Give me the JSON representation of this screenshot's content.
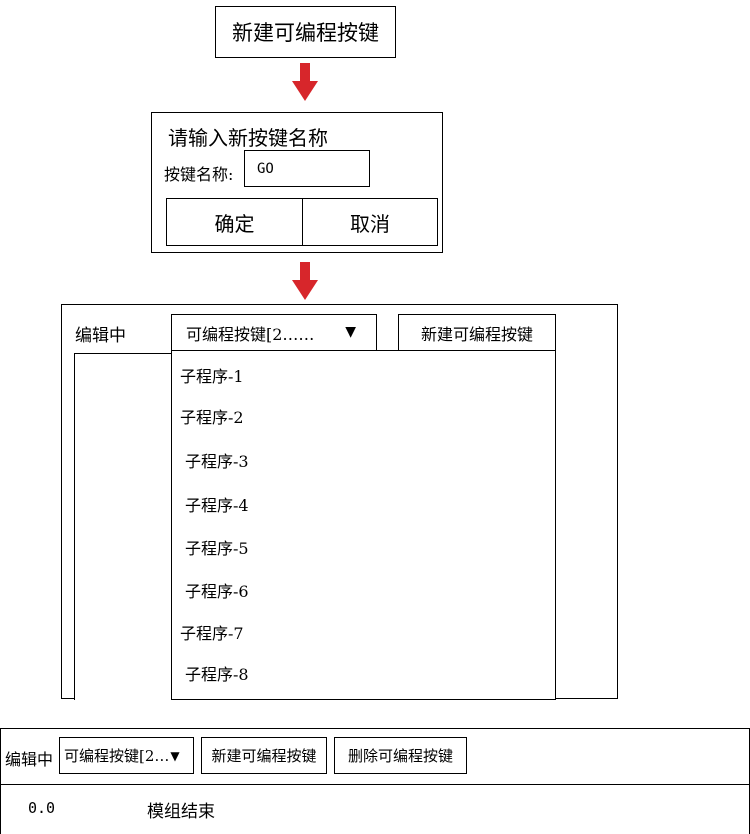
{
  "step1": {
    "new_button_label": "新建可编程按键"
  },
  "arrow_color": "#d7262b",
  "dialog": {
    "title": "请输入新按键名称",
    "name_label": "按键名称:",
    "name_value": "GO",
    "ok_label": "确定",
    "cancel_label": "取消"
  },
  "panel": {
    "status": "编辑中",
    "dropdown_value": "可编程按键[2……",
    "dropdown_caret": "▼",
    "new_button_label": "新建可编程按键",
    "list_items": [
      "子程序-1",
      "子程序-2",
      "子程序-3",
      "子程序-4",
      "子程序-5",
      "子程序-6",
      "子程序-7",
      "子程序-8"
    ]
  },
  "bottom": {
    "status": "编辑中",
    "dropdown_value": "可编程按键[2…",
    "dropdown_caret": "▼",
    "new_button_label": "新建可编程按键",
    "delete_button_label": "删除可编程按键",
    "row": {
      "value": "0.0",
      "label": "模组结束"
    }
  }
}
